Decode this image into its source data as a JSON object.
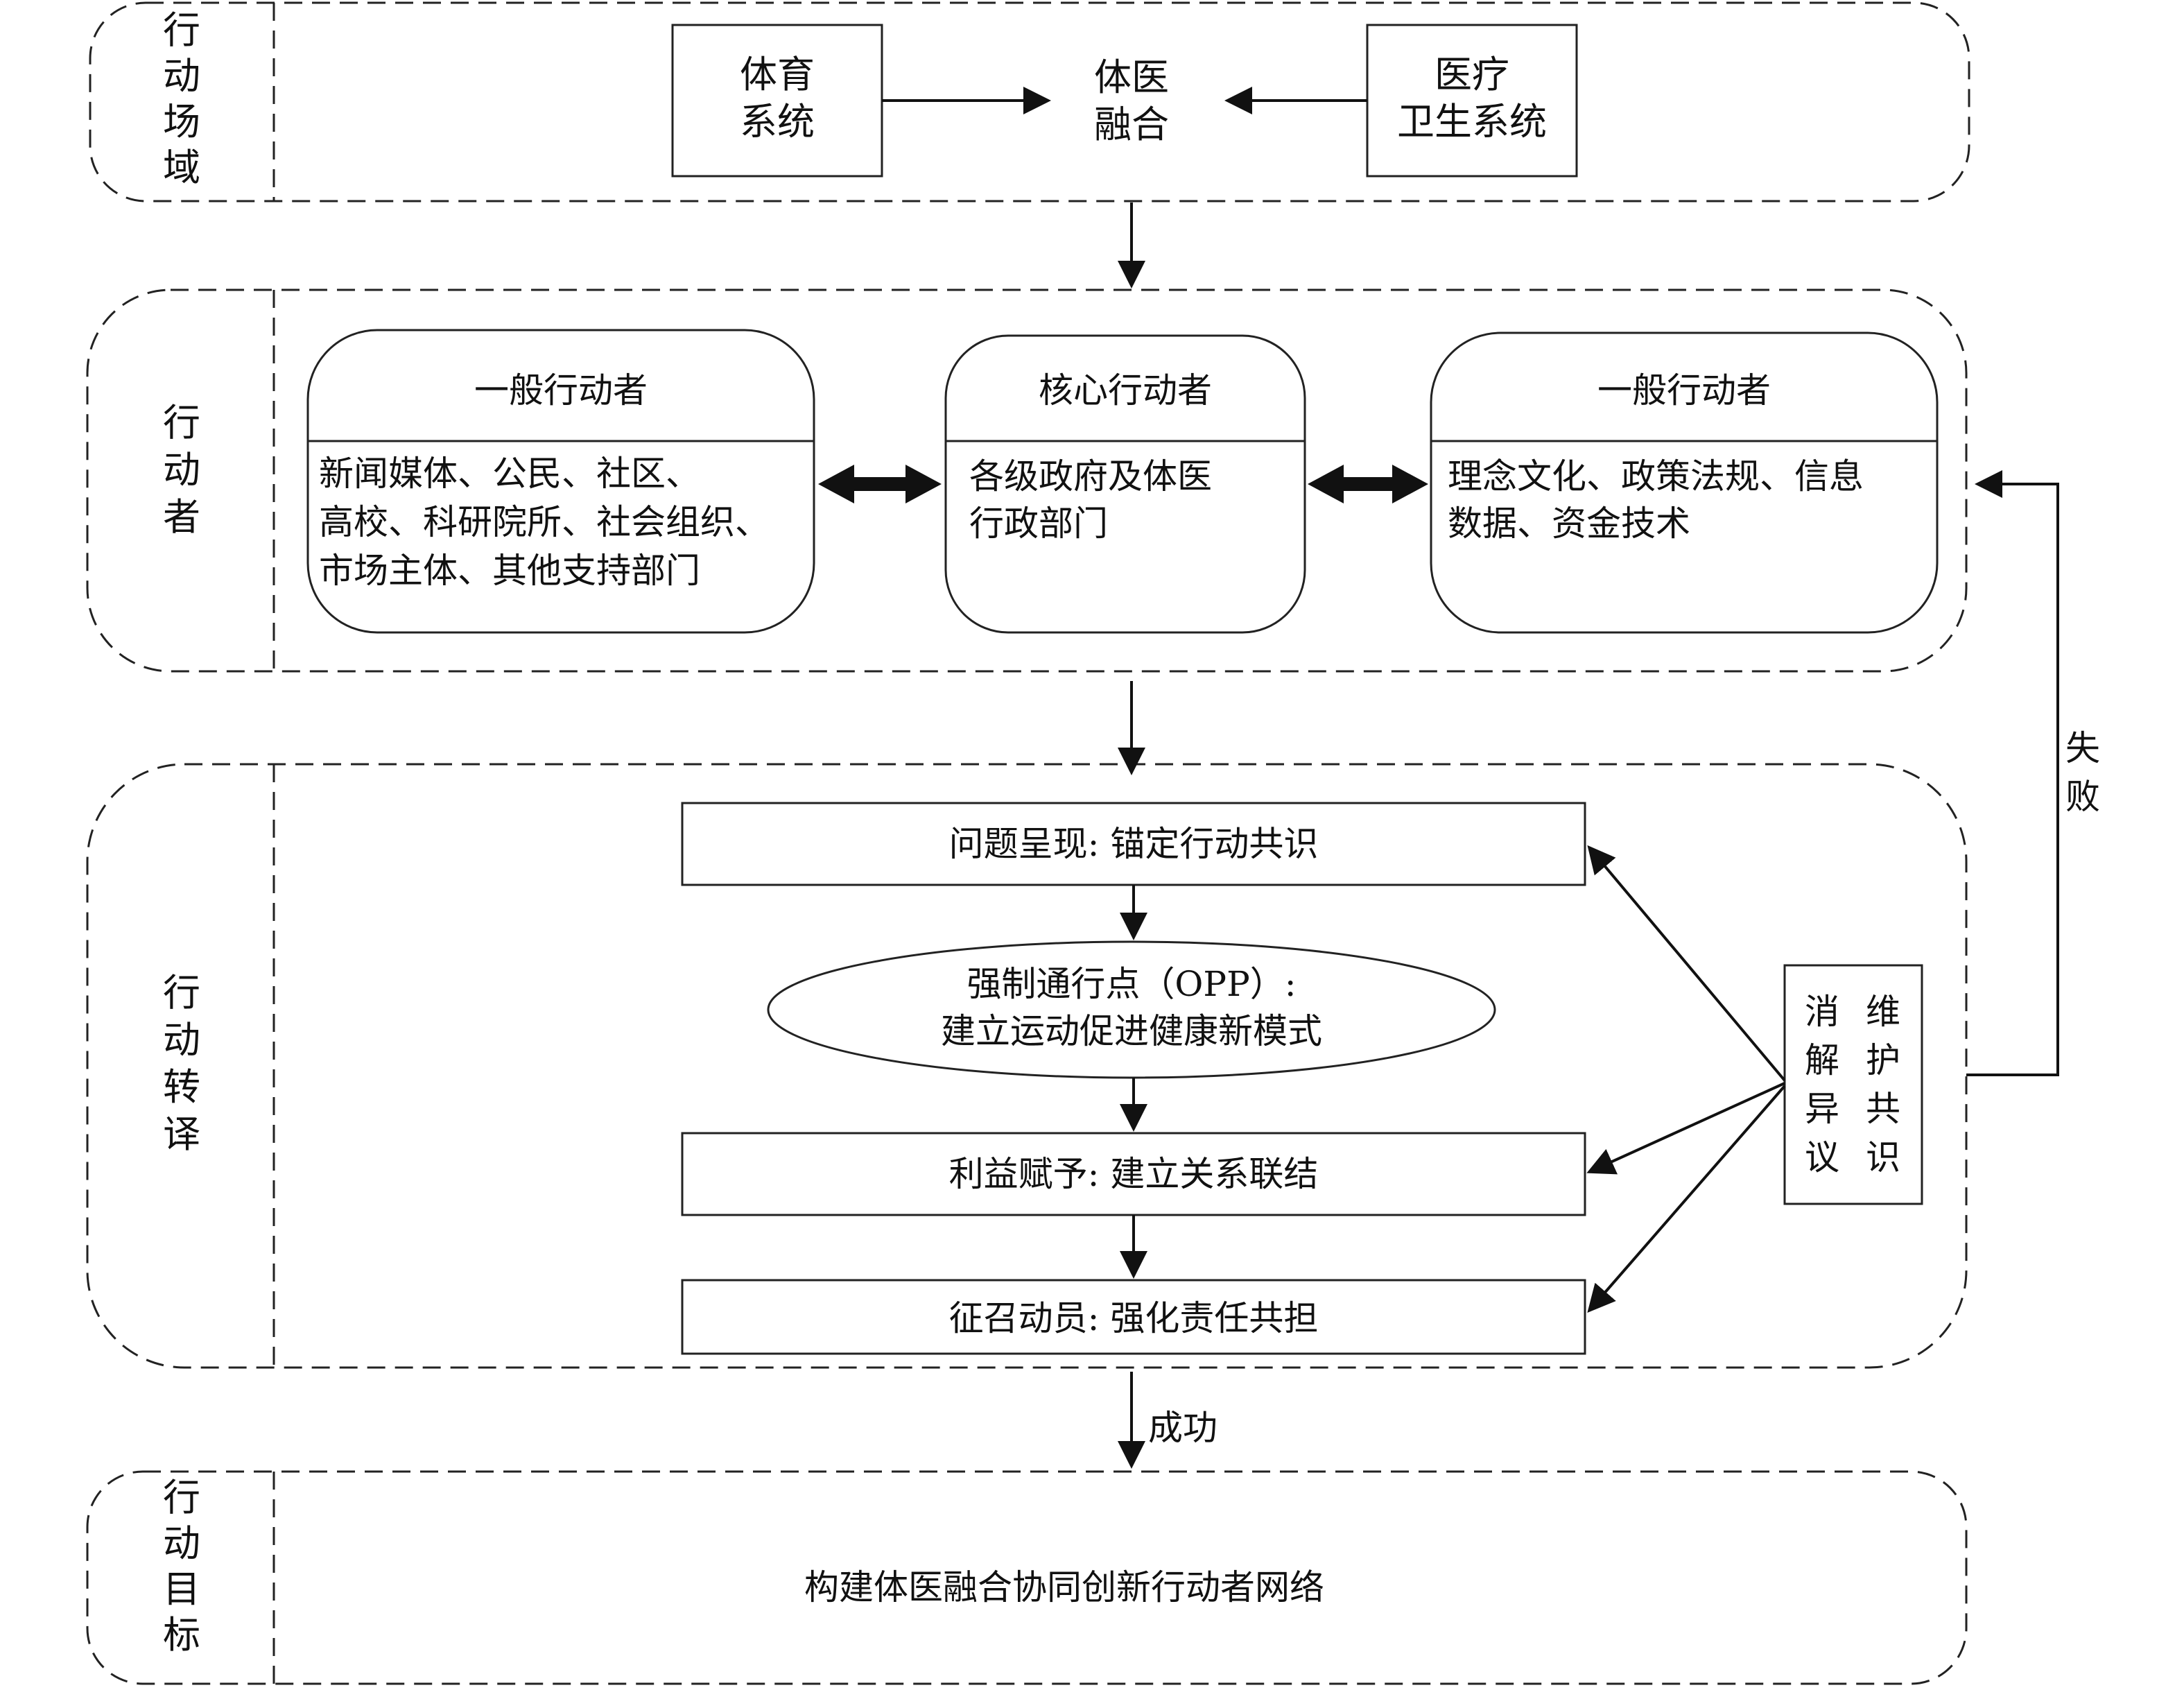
{
  "zones": {
    "field": {
      "label": [
        "行",
        "动",
        "场",
        "域"
      ]
    },
    "actors": {
      "label": [
        "行",
        "动",
        "者"
      ]
    },
    "translation": {
      "label": [
        "行",
        "动",
        "转",
        "译"
      ]
    },
    "goal": {
      "label": [
        "行",
        "动",
        "目",
        "标"
      ]
    }
  },
  "field": {
    "sports": [
      "体育",
      "系统"
    ],
    "fusion": [
      "体医",
      "融合"
    ],
    "health": [
      "医疗",
      "卫生系统"
    ]
  },
  "actors": {
    "left": {
      "title": "一般行动者",
      "lines": [
        "新闻媒体、公民、社区、",
        "高校、科研院所、社会组织、",
        "市场主体、其他支持部门"
      ]
    },
    "core": {
      "title": "核心行动者",
      "lines": [
        "各级政府及体医",
        "行政部门"
      ]
    },
    "right": {
      "title": "一般行动者",
      "lines": [
        "理念文化、政策法规、信息",
        "数据、资金技术"
      ]
    }
  },
  "translation": {
    "problem": "问题呈现: 锚定行动共识",
    "opp": [
      "强制通行点（OPP）:",
      "建立运动促进健康新模式"
    ],
    "interest": "利益赋予: 建立关系联结",
    "mobilize": "征召动员: 强化责任共担",
    "side_box": {
      "col1": [
        "消",
        "解",
        "异",
        "议"
      ],
      "col2": [
        "维",
        "护",
        "共",
        "识"
      ]
    }
  },
  "fail_label": [
    "失",
    "败"
  ],
  "success_label": "成功",
  "goal_text": "构建体医融合协同创新行动者网络"
}
